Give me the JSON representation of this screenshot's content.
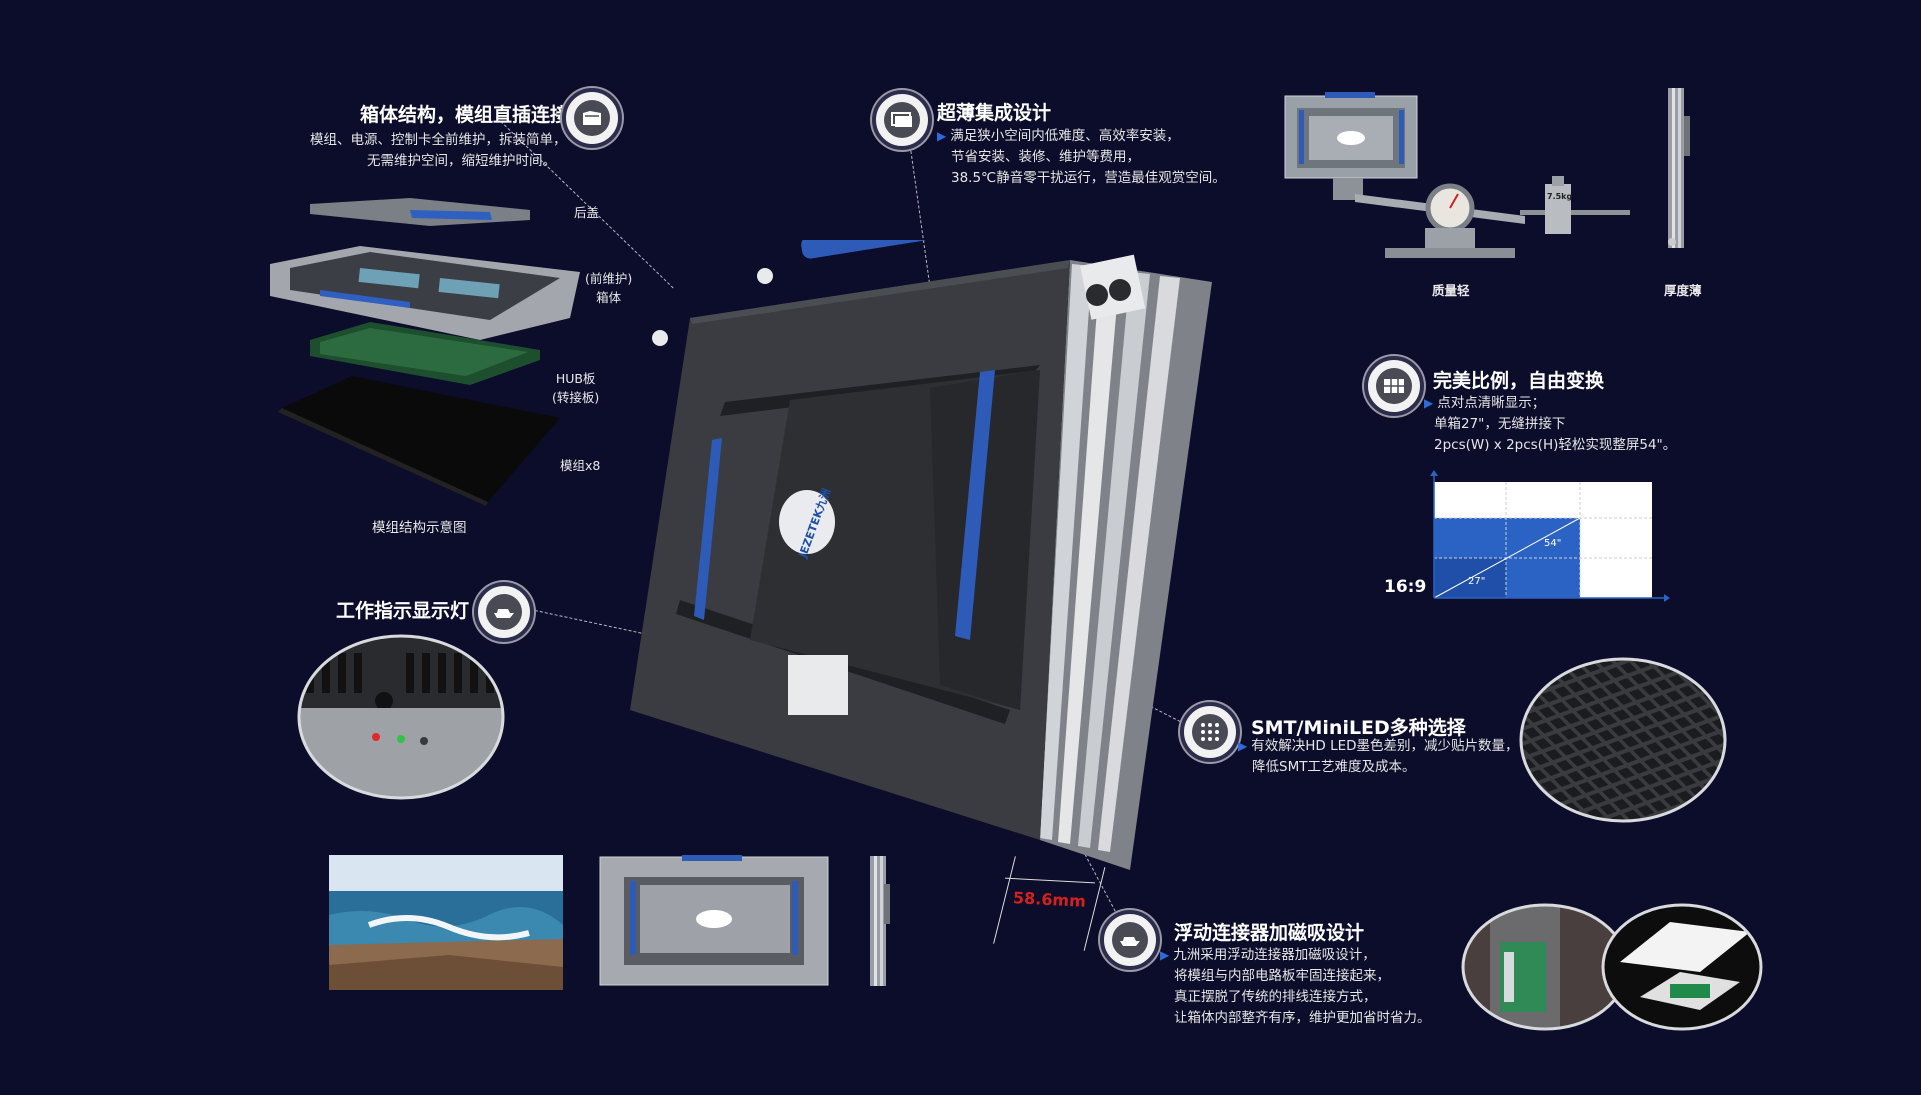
{
  "features": {
    "box_structure": {
      "title": "箱体结构，模组直插连接",
      "lines": [
        "模组、电源、控制卡全前维护，拆装简单，",
        "无需维护空间，缩短维护时间。"
      ]
    },
    "ultrathin": {
      "title": "超薄集成设计",
      "lines": [
        "满足狭小空间内低难度、高效率安装，",
        "节省安装、装修、维护等费用，",
        "38.5℃静音零干扰运行，营造最佳观赏空间。"
      ]
    },
    "ratio": {
      "title": "完美比例，自由变换",
      "lines": [
        "点对点清晰显示；",
        "单箱27\"，无缝拼接下",
        "2pcs(W) x 2pcs(H)轻松实现整屏54\"。"
      ]
    },
    "indicator": {
      "title": "工作指示显示灯"
    },
    "smt": {
      "title": "SMT/MiniLED多种选择",
      "lines": [
        "有效解决HD LED墨色差别，减少贴片数量，",
        "降低SMT工艺难度及成本。"
      ]
    },
    "connector": {
      "title": "浮动连接器加磁吸设计",
      "lines": [
        "九洲采用浮动连接器加磁吸设计，",
        "将模组与内部电路板牢固连接起来，",
        "真正摆脱了传统的排线连接方式，",
        "让箱体内部整齐有序，维护更加省时省力。"
      ]
    }
  },
  "exploded": {
    "labels": {
      "rear_cover": "后盖",
      "cabinet": "(前维护)",
      "cabinet2": "箱体",
      "hub": "HUB板",
      "hub2": "(转接板)",
      "module": "模组x8"
    },
    "caption": "模组结构示意图"
  },
  "top_right": {
    "light_label": "质量轻",
    "thin_label": "厚度薄",
    "weight_tag": "7.5kg"
  },
  "ratio_chart": {
    "aspect": "16:9",
    "small": "27\"",
    "large": "54\""
  },
  "cabinet": {
    "logo": "JEZETEK九洲",
    "thickness": "58.6mm"
  },
  "colors": {
    "background": "#0c0c2b",
    "accent_blue": "#2f6bd8",
    "dimension_red": "#d42020"
  }
}
